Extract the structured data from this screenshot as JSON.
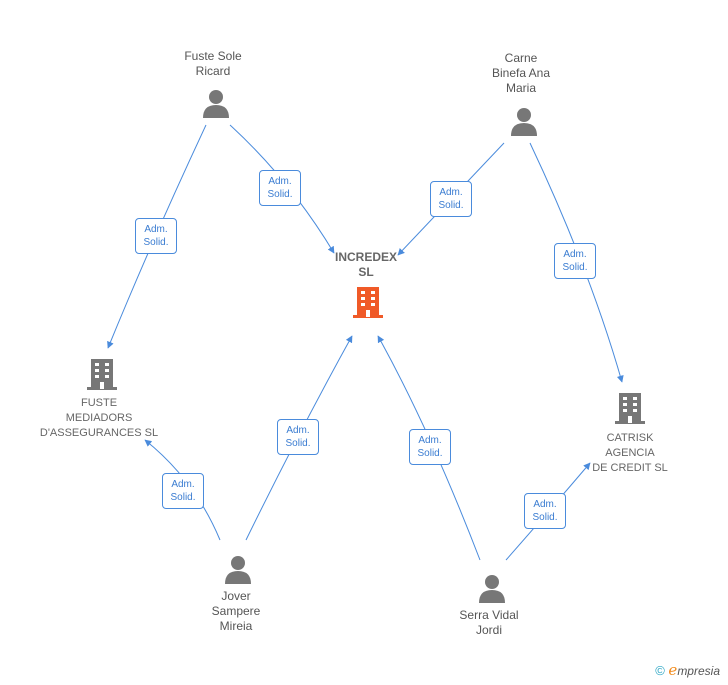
{
  "focus": {
    "label": "INCREDEX\nSL",
    "color": "#f05a28"
  },
  "persons": [
    {
      "id": "fuste",
      "label": "Fuste Sole\nRicard"
    },
    {
      "id": "carne",
      "label": "Carne\nBinefa Ana\nMaria"
    },
    {
      "id": "jover",
      "label": "Jover\nSampere\nMireia"
    },
    {
      "id": "serra",
      "label": "Serra Vidal\nJordi"
    }
  ],
  "companies": [
    {
      "id": "fuste-med",
      "label": "FUSTE\nMEDIADORS\nD'ASSEGURANCES SL"
    },
    {
      "id": "catrisk",
      "label": "CATRISK\nAGENCIA\nDE CREDIT  SL"
    }
  ],
  "edges": [
    {
      "id": "fuste-incredex",
      "label": "Adm.\nSolid."
    },
    {
      "id": "fuste-fustemed",
      "label": "Adm.\nSolid."
    },
    {
      "id": "carne-incredex",
      "label": "Adm.\nSolid."
    },
    {
      "id": "carne-catrisk",
      "label": "Adm.\nSolid."
    },
    {
      "id": "jover-incredex",
      "label": "Adm.\nSolid."
    },
    {
      "id": "jover-fustemed",
      "label": "Adm.\nSolid."
    },
    {
      "id": "serra-incredex",
      "label": "Adm.\nSolid."
    },
    {
      "id": "serra-catrisk",
      "label": "Adm.\nSolid."
    }
  ],
  "colors": {
    "edge": "#4a8bdc",
    "person": "#777777",
    "company": "#777777"
  },
  "footer": {
    "copyright": "©",
    "brand_initial": "e",
    "brand_rest": "mpresia"
  }
}
